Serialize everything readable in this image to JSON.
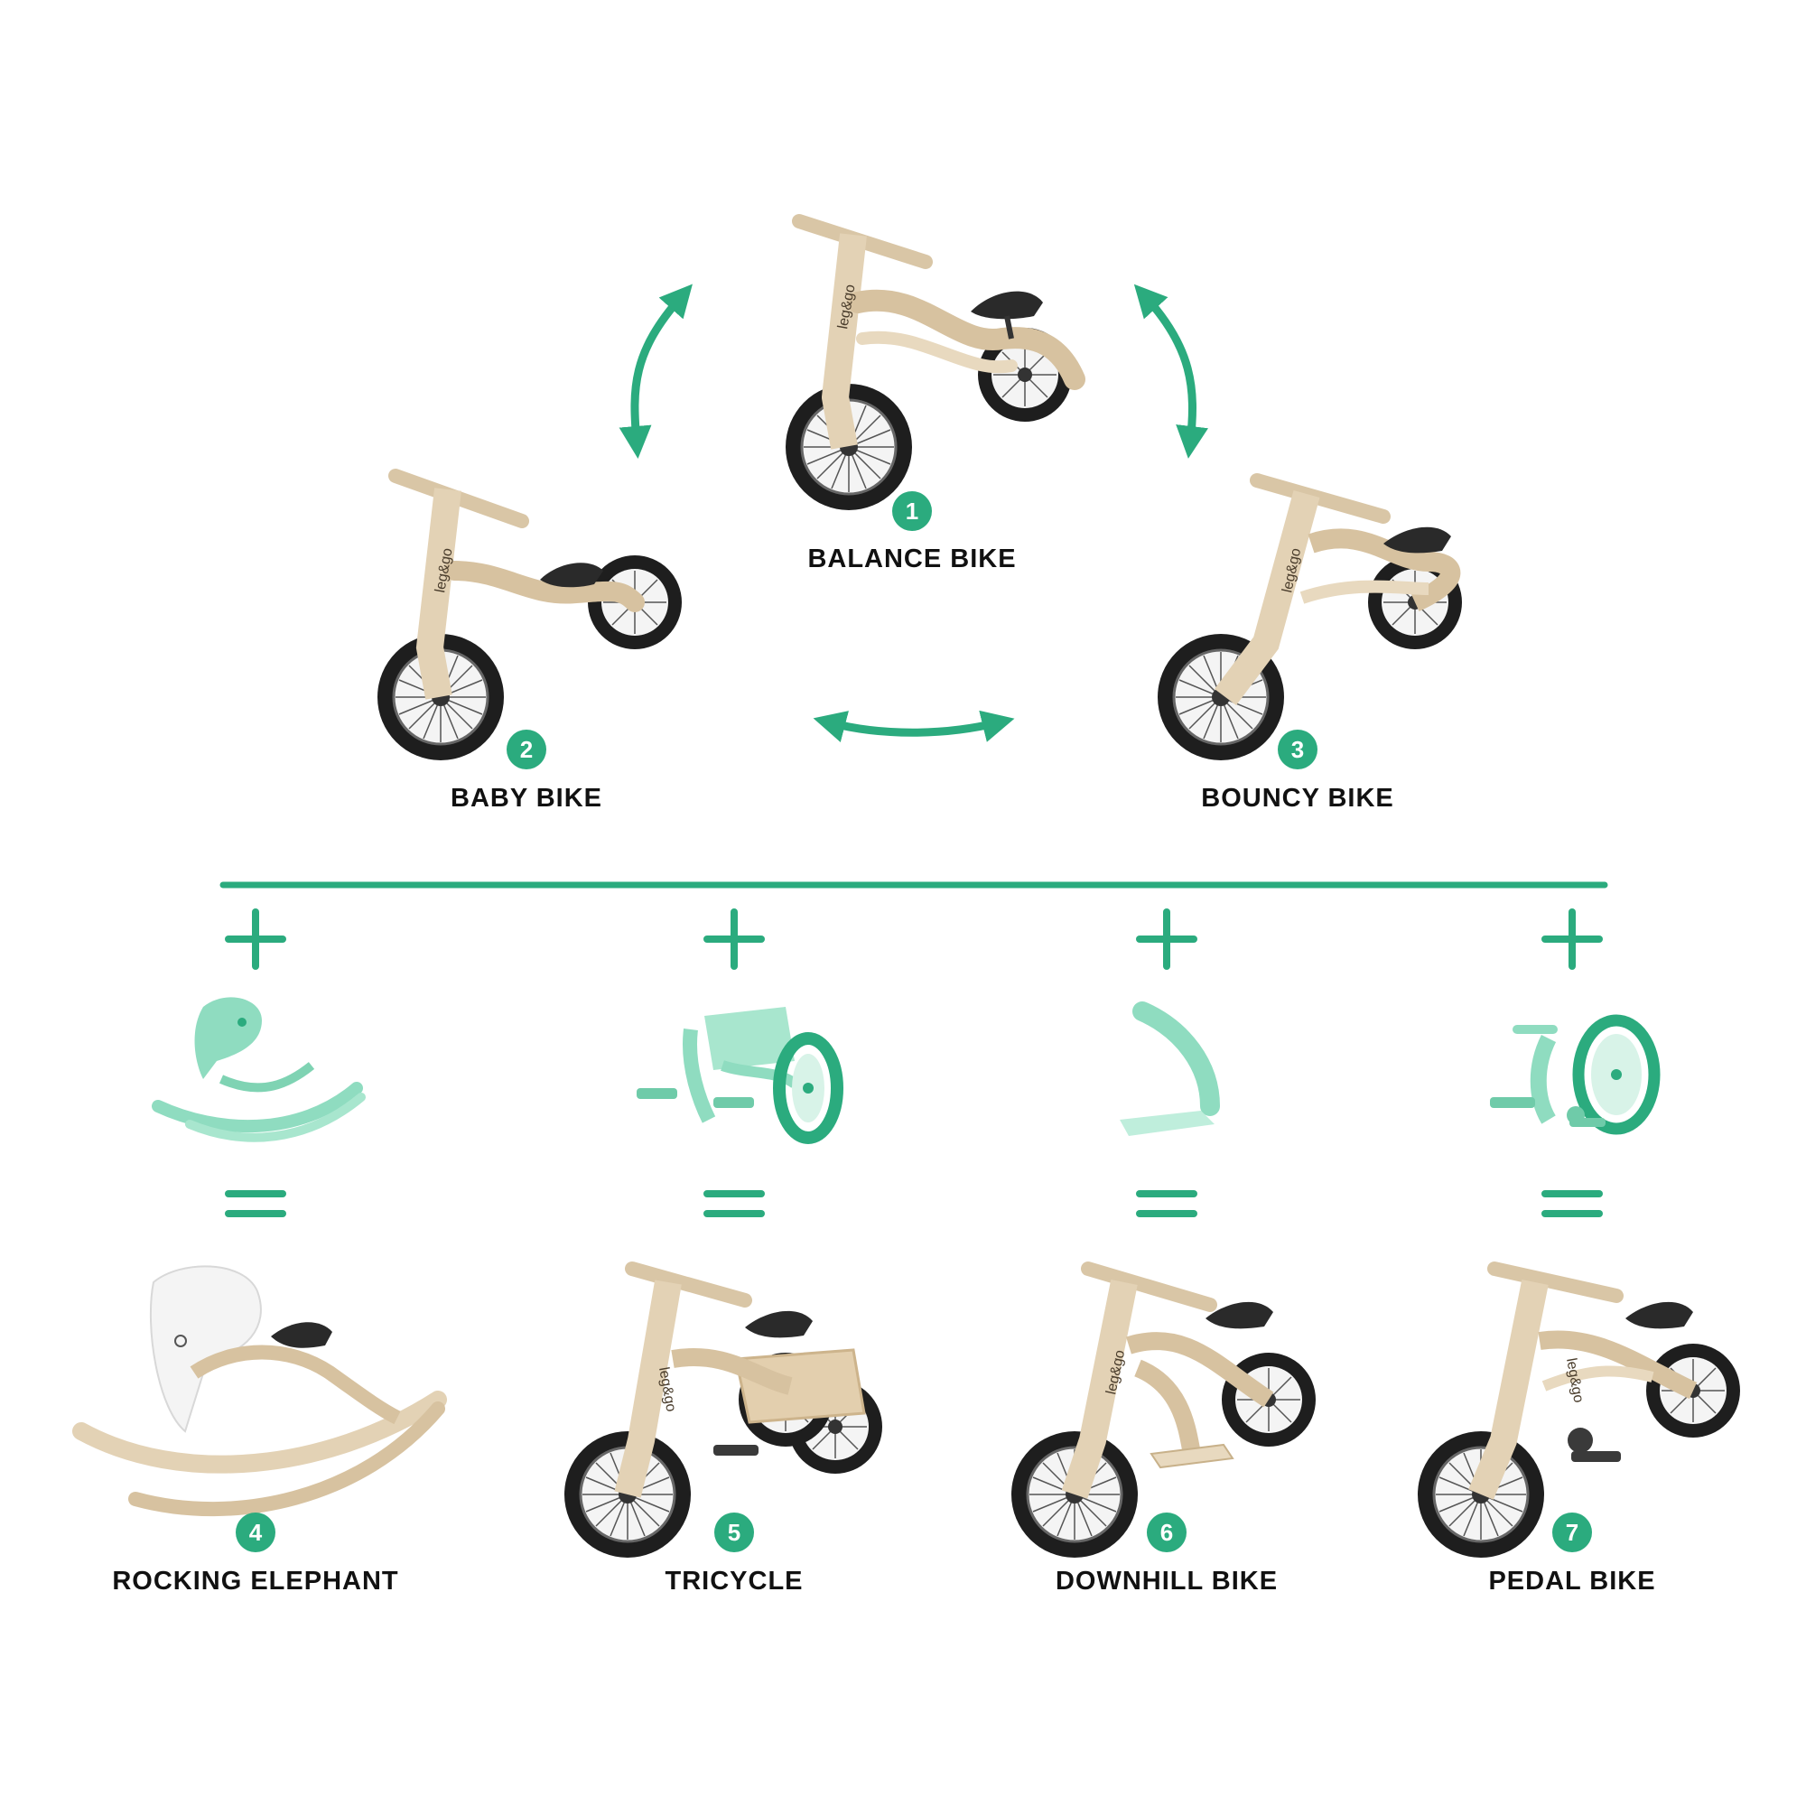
{
  "brand": "leg&go",
  "accent_color": "#2bab7e",
  "accent_light": "#8fdcc0",
  "wood_color": "#e3d2b5",
  "tire_color": "#1e1e1e",
  "primary_modes": [
    {
      "number": "1",
      "label": "BALANCE BIKE"
    },
    {
      "number": "2",
      "label": "BABY BIKE"
    },
    {
      "number": "3",
      "label": "BOUNCY BIKE"
    }
  ],
  "operators": {
    "plus": "+",
    "equals": "="
  },
  "addon_modes": [
    {
      "number": "4",
      "label": "ROCKING ELEPHANT",
      "addon": "rocking-elephant-kit"
    },
    {
      "number": "5",
      "label": "TRICYCLE",
      "addon": "tricycle-kit"
    },
    {
      "number": "6",
      "label": "DOWNHILL BIKE",
      "addon": "downhill-footrest-kit"
    },
    {
      "number": "7",
      "label": "PEDAL BIKE",
      "addon": "pedal-kit"
    }
  ]
}
